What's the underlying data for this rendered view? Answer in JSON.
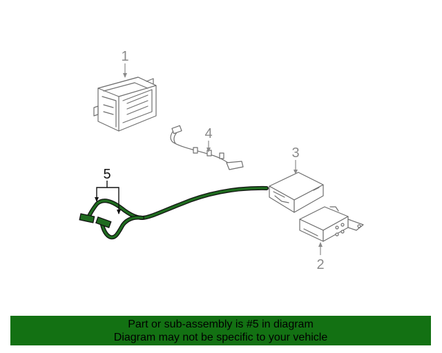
{
  "callouts": {
    "part1": "1",
    "part2": "2",
    "part3": "3",
    "part4": "4",
    "part5": "5"
  },
  "banner": {
    "line1": "Part or sub-assembly is #5 in diagram",
    "line2": "Diagram may not be specific to your vehicle",
    "background": "#137113"
  },
  "colors": {
    "highlight_part": "#1f6b1f",
    "other_parts": "#6e6e6e"
  }
}
